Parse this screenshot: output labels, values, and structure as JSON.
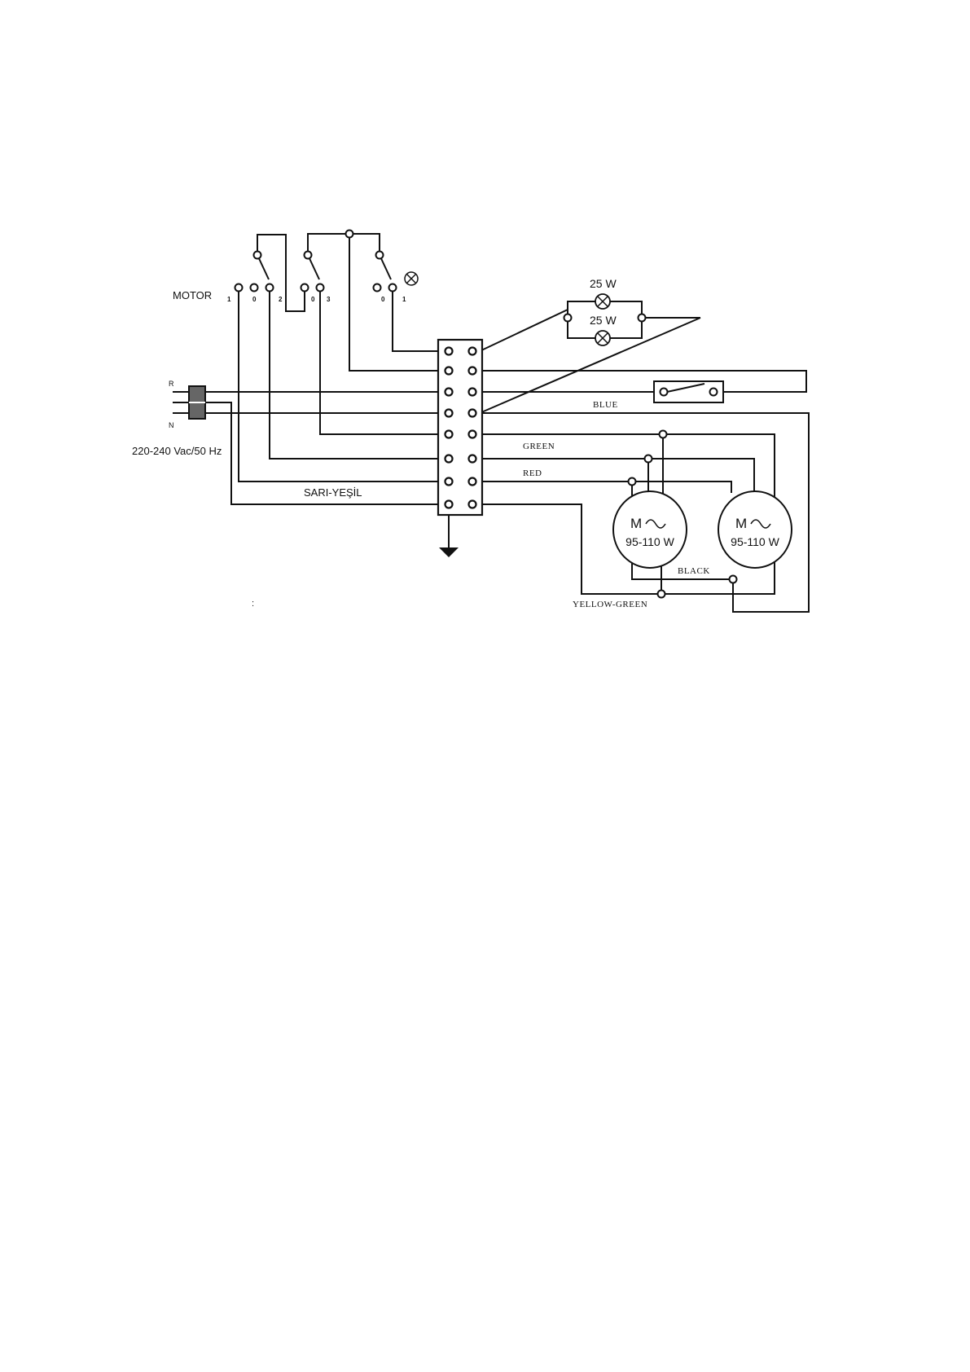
{
  "switch": {
    "label": "MOTOR",
    "positions": [
      "1",
      "0",
      "2",
      "0",
      "3",
      "0",
      "1"
    ]
  },
  "mains": {
    "phase_label": "R",
    "neutral_label": "N",
    "supply": "220-240 Vac/50 Hz",
    "earth_wire": "SARI-YEŞİL"
  },
  "lamps": [
    "25 W",
    "25 W"
  ],
  "wires": {
    "blue": "BLUE",
    "green": "GREEN",
    "red": "RED",
    "black": "BLACK",
    "yellow_green": "YELLOW-GREEN"
  },
  "motors": [
    {
      "symbol": "M",
      "rating": "95-110 W"
    },
    {
      "symbol": "M",
      "rating": "95-110 W"
    }
  ],
  "stray_mark": ":"
}
